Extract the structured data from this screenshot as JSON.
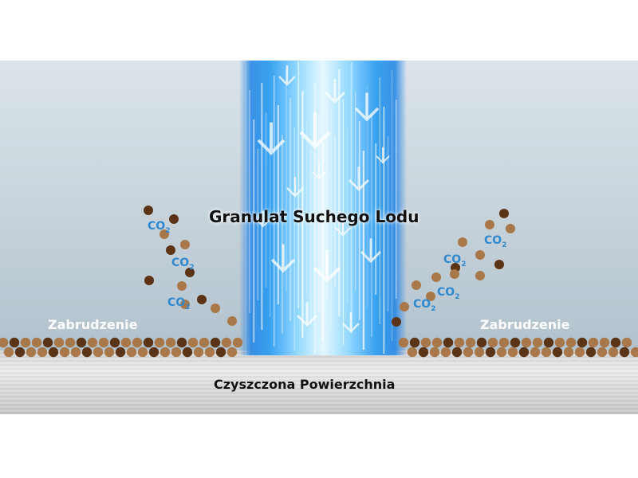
{
  "labels": {
    "main": "Granulat Suchego Lodu",
    "dirt_left": "Zabrudzenie",
    "dirt_right": "Zabrudzenie",
    "surface": "Czyszczona Powierzchnia"
  },
  "co2": {
    "base": "CO",
    "sub": "2"
  },
  "colors": {
    "particle_light": "#a8784a",
    "particle_dark": "#5b3418",
    "co2_text": "#2f89cf",
    "jet_blue": "#3f9fe6"
  }
}
